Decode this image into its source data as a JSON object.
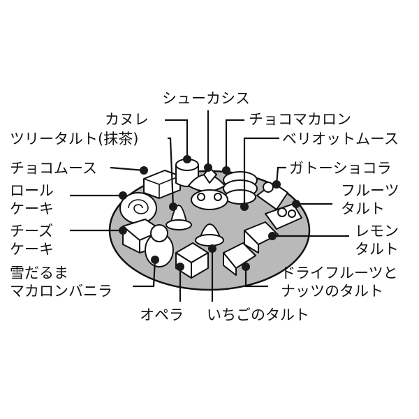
{
  "labels": {
    "cannele": "カヌレ",
    "choux_cassis": "シューカシス",
    "choco_macaron": "チョコマカロン",
    "tree_tart": "ツリータルト(抹茶)",
    "berry_mousse": "ベリオットムース",
    "choco_mousse": "チョコムース",
    "gateau_chocolat": "ガトーショコラ",
    "roll_cake_line1": "ロール",
    "roll_cake_line2": "ケーキ",
    "fruit_tart_line1": "フルーツ",
    "fruit_tart_line2": "タルト",
    "cheese_cake_line1": "チーズ",
    "cheese_cake_line2": "ケーキ",
    "lemon_tart_line1": "レモン",
    "lemon_tart_line2": "タルト",
    "snowman_line1": "雪だるま",
    "snowman_line2": "マカロンバニラ",
    "dried_fruit_line1": "ドライフルーツと",
    "dried_fruit_line2": "ナッツのタルト",
    "opera": "オペラ",
    "strawberry_tart": "いちごのタルト"
  },
  "colors": {
    "plate_fill": "#b9b9b9",
    "outline": "#111111",
    "cake_fill": "#ffffff"
  }
}
